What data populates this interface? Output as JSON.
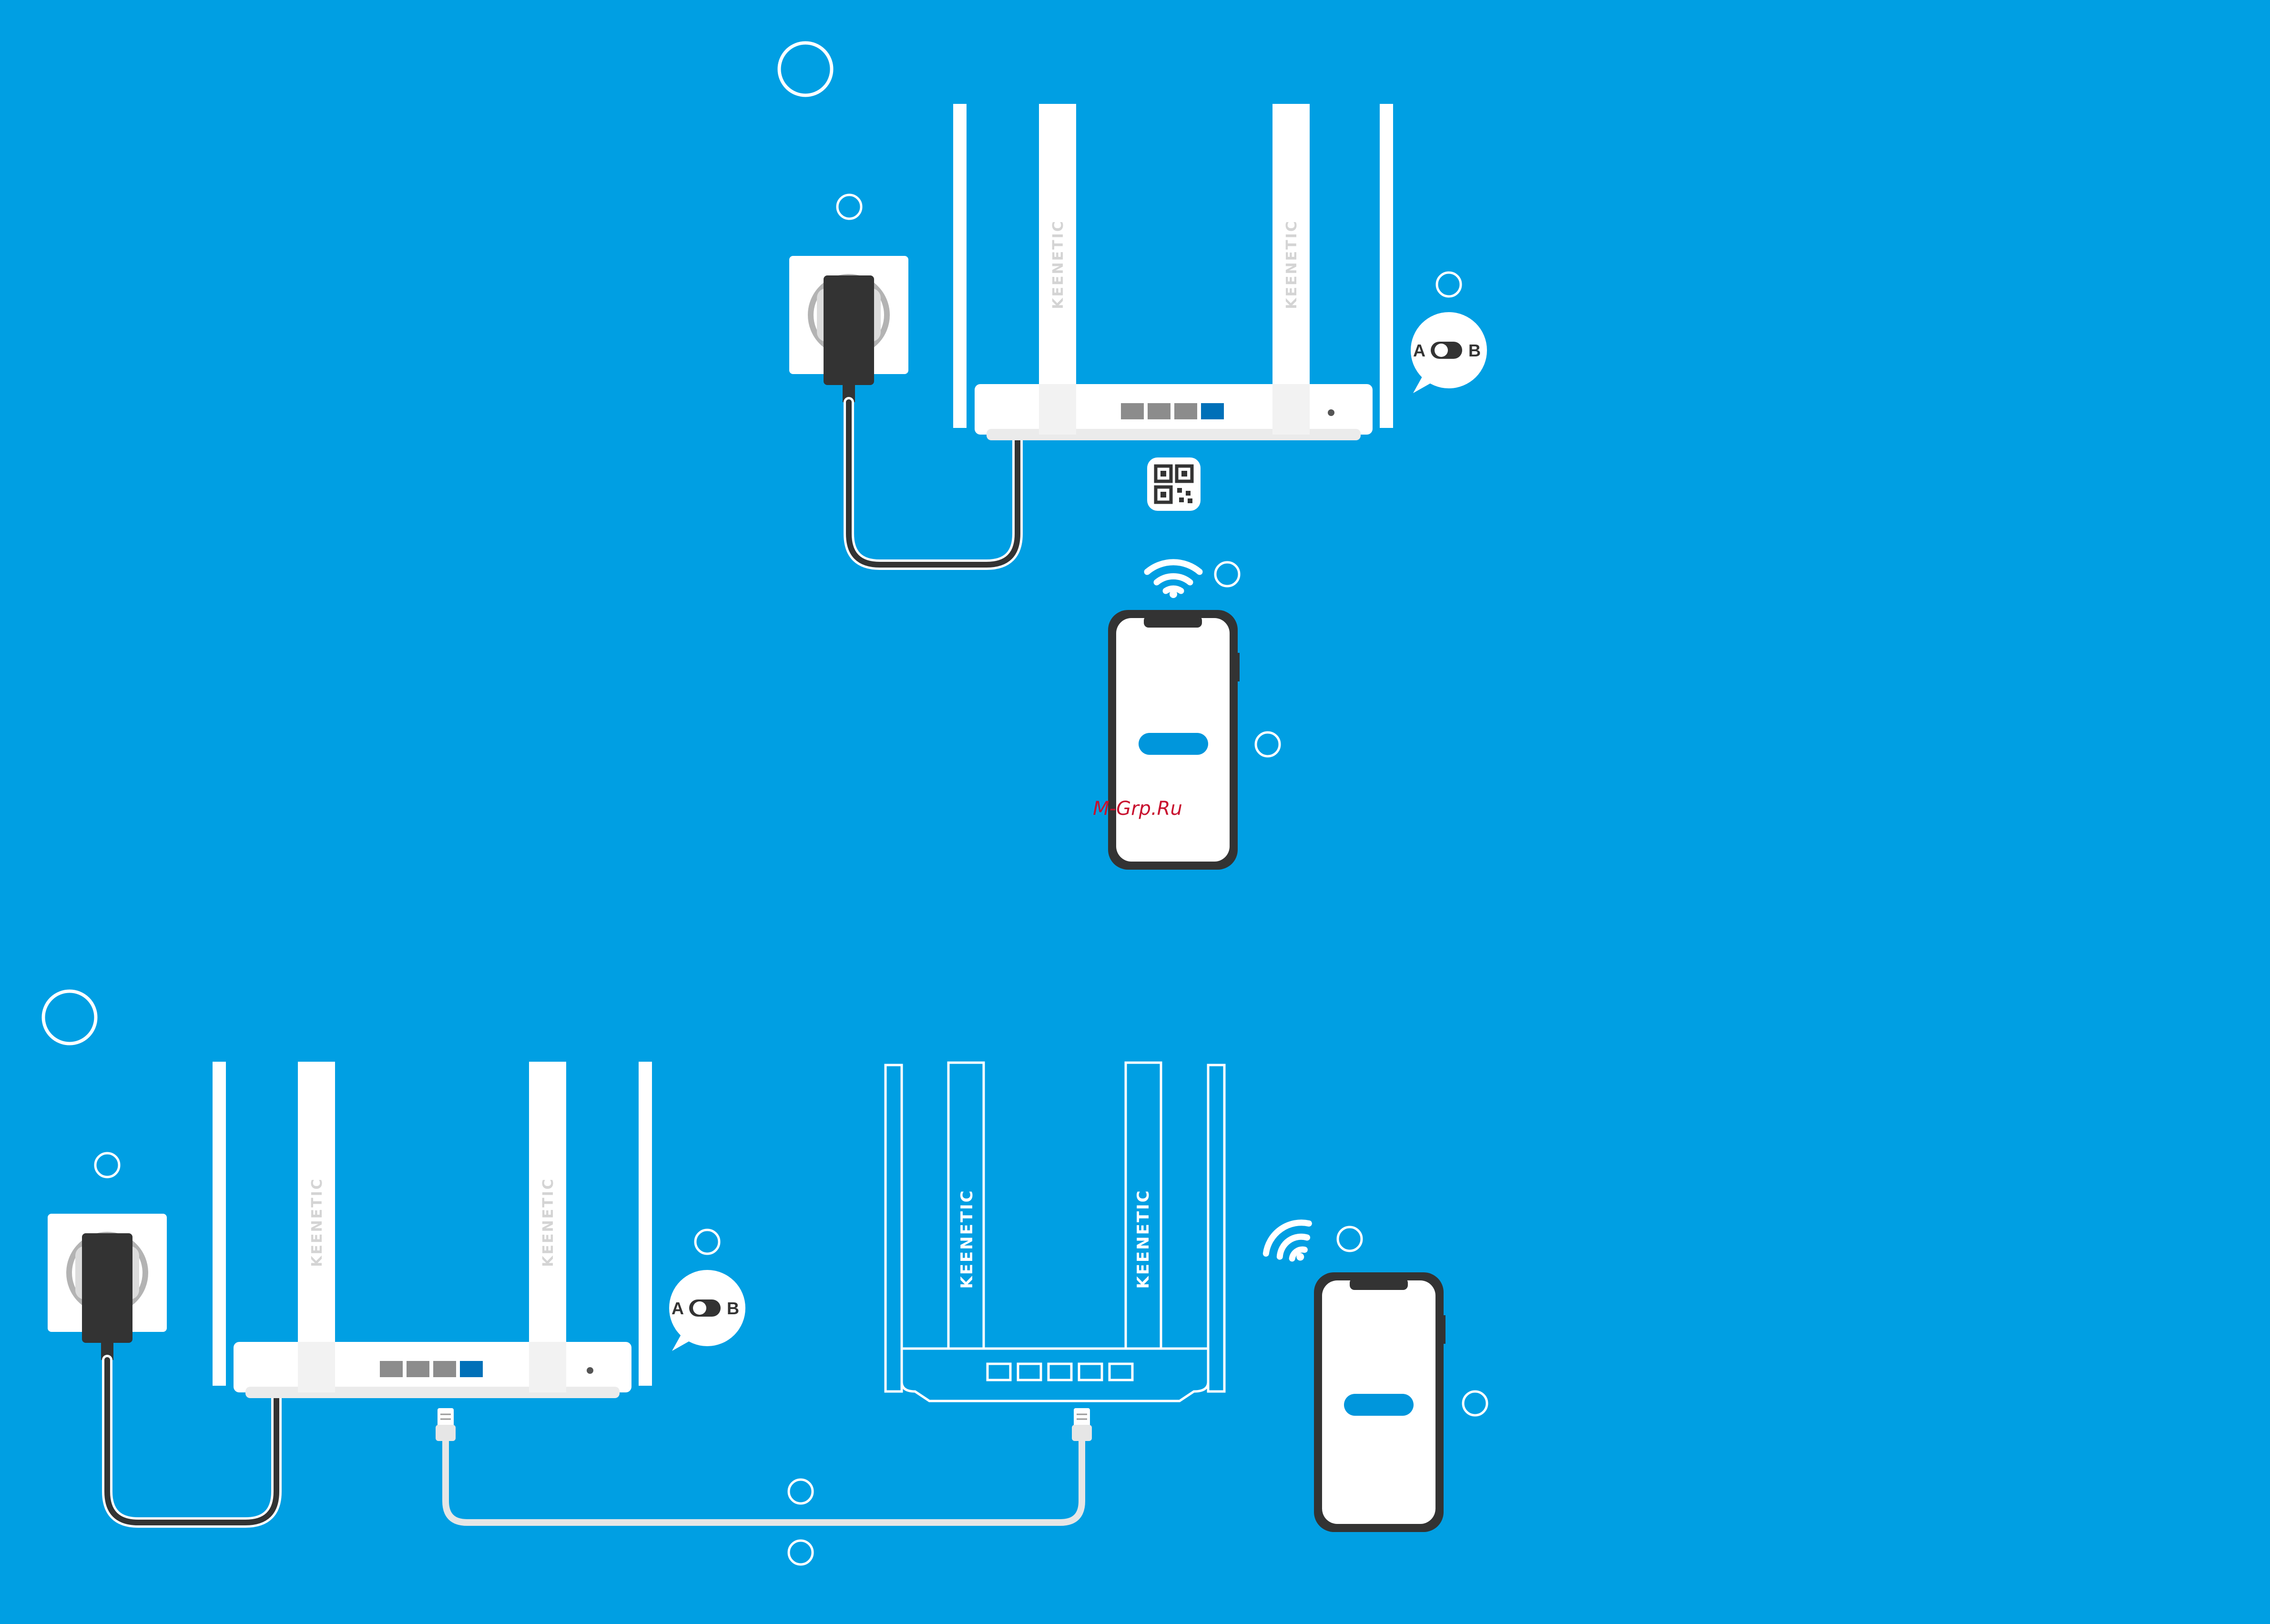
{
  "brand_name": "KEENETIC",
  "switch_label_a": "A",
  "switch_label_b": "B",
  "watermark": "M-Grp.Ru",
  "colors": {
    "background": "#009fe3",
    "router_body": "#ffffff",
    "cable_dark": "#333333",
    "cable_light": "#e6e6e6",
    "port_grey": "#8c8c8c",
    "port_active": "#0070b8",
    "phone_button": "#0096dc",
    "watermark": "#c8102e"
  },
  "icons": [
    "callout-circle-icon",
    "power-socket-icon",
    "power-adapter-icon",
    "ab-mode-switch-icon",
    "qr-code-icon",
    "wifi-signal-icon",
    "smartphone-icon",
    "ethernet-plug-icon",
    "router-outline-icon"
  ]
}
